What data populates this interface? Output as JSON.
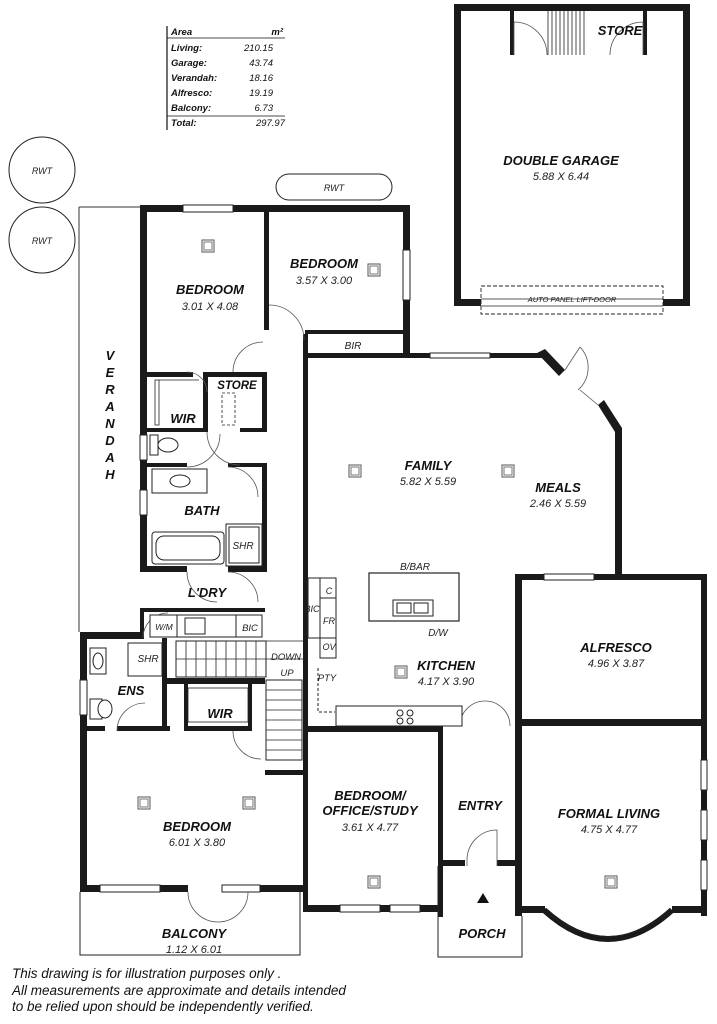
{
  "area_table": {
    "header_label": "Area",
    "header_unit": "m²",
    "rows": [
      {
        "label": "Living:",
        "value": "210.15"
      },
      {
        "label": "Garage:",
        "value": "43.74"
      },
      {
        "label": "Verandah:",
        "value": "18.16"
      },
      {
        "label": "Alfresco:",
        "value": "19.19"
      },
      {
        "label": "Balcony:",
        "value": "6.73"
      }
    ],
    "total_label": "Total:",
    "total_value": "297.97"
  },
  "tanks": {
    "rwt1": "RWT",
    "rwt2": "RWT",
    "rwt3": "RWT"
  },
  "garage": {
    "name": "DOUBLE GARAGE",
    "dims": "5.88 X 6.44",
    "store": "STORE",
    "door": "AUTO PANEL LIFT-DOOR"
  },
  "rooms": {
    "bedroom_nw": {
      "name": "BEDROOM",
      "dims": "3.01 X 4.08"
    },
    "bedroom_n": {
      "name": "BEDROOM",
      "dims": "3.57 X 3.00"
    },
    "bir": "BIR",
    "store": "STORE",
    "wir_upper": "WIR",
    "bath": {
      "name": "BATH",
      "shr": "SHR"
    },
    "laundry": {
      "name": "L'DRY",
      "wm": "W/M",
      "bic": "BIC"
    },
    "ens": {
      "name": "ENS",
      "shr": "SHR"
    },
    "wir_lower": "WIR",
    "bedroom_main": {
      "name": "BEDROOM",
      "dims": "6.01 X 3.80"
    },
    "balcony": {
      "name": "BALCONY",
      "dims": "1.12 X 6.01"
    },
    "family": {
      "name": "FAMILY",
      "dims": "5.82 X 5.59"
    },
    "meals": {
      "name": "MEALS",
      "dims": "2.46 X 5.59"
    },
    "kitchen": {
      "name": "KITCHEN",
      "dims": "4.17 X 3.90",
      "bbar": "B/BAR",
      "dw": "D/W",
      "pty": "PTY",
      "bic": "BIC",
      "c": "C",
      "fr": "FR",
      "ov": "OV"
    },
    "alfresco": {
      "name": "ALFRESCO",
      "dims": "4.96 X 3.87"
    },
    "study": {
      "name1": "BEDROOM/",
      "name2": "OFFICE/STUDY",
      "dims": "3.61 X 4.77"
    },
    "entry": "ENTRY",
    "formal_living": {
      "name": "FORMAL LIVING",
      "dims": "4.75 X 4.77"
    },
    "porch": "PORCH"
  },
  "verandah": [
    "V",
    "E",
    "R",
    "A",
    "N",
    "D",
    "A",
    "H"
  ],
  "stairs": {
    "down": "DOWN",
    "up": "UP"
  },
  "disclaimer": [
    "This drawing is for illustration purposes only .",
    "All measurements are approximate and details intended",
    "to be relied upon should be independently verified."
  ]
}
